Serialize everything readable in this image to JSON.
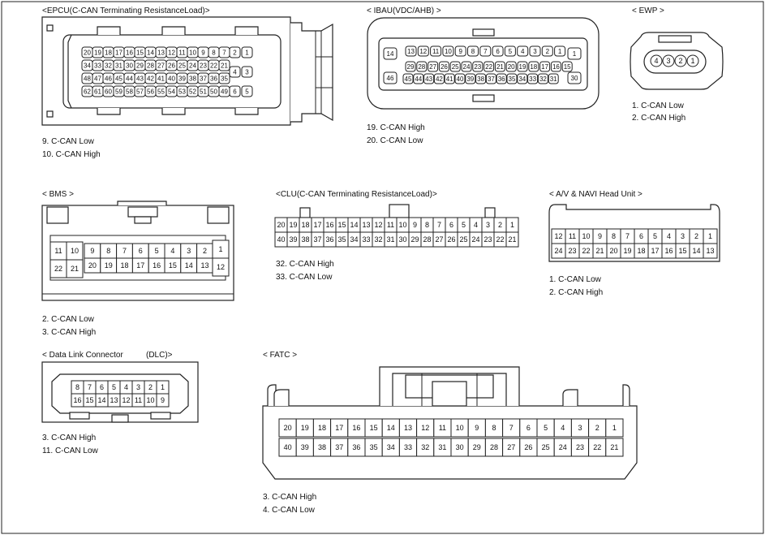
{
  "connectors": {
    "epcu": {
      "title": "<EPCU(C-CAN Terminating ResistanceLoad)>",
      "rows": [
        [
          "20",
          "19",
          "18",
          "17",
          "16",
          "15",
          "14",
          "13",
          "12",
          "11",
          "10",
          "9",
          "8",
          "7"
        ],
        [
          "34",
          "33",
          "32",
          "31",
          "30",
          "29",
          "28",
          "27",
          "26",
          "25",
          "24",
          "23",
          "22",
          "21"
        ],
        [
          "48",
          "47",
          "46",
          "45",
          "44",
          "43",
          "42",
          "41",
          "40",
          "39",
          "38",
          "37",
          "36",
          "35"
        ],
        [
          "62",
          "61",
          "60",
          "59",
          "58",
          "57",
          "56",
          "55",
          "54",
          "53",
          "52",
          "51",
          "50",
          "49"
        ]
      ],
      "side_pins": [
        "2",
        "1",
        "4",
        "3",
        "6",
        "5"
      ],
      "notes": [
        "9.  C-CAN Low",
        "10.  C-CAN High"
      ]
    },
    "ibau": {
      "title": "< IBAU(VDC/AHB)          >",
      "row1": [
        "14",
        "13",
        "12",
        "11",
        "10",
        "9",
        "8",
        "7",
        "6",
        "5",
        "4",
        "3",
        "2",
        "1"
      ],
      "row2": [
        "29",
        "28",
        "27",
        "26",
        "25",
        "24",
        "23",
        "22",
        "21",
        "20",
        "19",
        "18",
        "17",
        "16",
        "15"
      ],
      "row3": [
        "46",
        "45",
        "44",
        "43",
        "42",
        "41",
        "40",
        "39",
        "38",
        "37",
        "36",
        "35",
        "34",
        "33",
        "32",
        "31",
        "30"
      ],
      "notes": [
        "19.  C-CAN High",
        "20.  C-CAN Low"
      ]
    },
    "ewp": {
      "title": "< EWP   >",
      "pins": [
        "4",
        "3",
        "2",
        "1"
      ],
      "notes": [
        "1. C-CAN Low",
        "2.  C-CAN High"
      ]
    },
    "bms": {
      "title": "< BMS   >",
      "top": [
        "11",
        "10",
        "9",
        "8",
        "7",
        "6",
        "5",
        "4",
        "3",
        "2",
        "1"
      ],
      "bottom": [
        "22",
        "21",
        "20",
        "19",
        "18",
        "17",
        "16",
        "15",
        "14",
        "13",
        "12"
      ],
      "notes": [
        "2.  C-CAN Low",
        "3.  C-CAN High"
      ]
    },
    "clu": {
      "title": "<CLU(C-CAN Terminating ResistanceLoad)>",
      "top": [
        "20",
        "19",
        "18",
        "17",
        "16",
        "15",
        "14",
        "13",
        "12",
        "11",
        "10",
        "9",
        "8",
        "7",
        "6",
        "5",
        "4",
        "3",
        "2",
        "1"
      ],
      "bottom": [
        "40",
        "39",
        "38",
        "37",
        "36",
        "35",
        "34",
        "33",
        "32",
        "31",
        "30",
        "29",
        "28",
        "27",
        "26",
        "25",
        "24",
        "23",
        "22",
        "21"
      ],
      "notes": [
        "32.   C-CAN High",
        "33. C-CAN Low"
      ]
    },
    "av": {
      "title": "< A/V & NAVI Head Unit          >",
      "top": [
        "12",
        "11",
        "10",
        "9",
        "8",
        "7",
        "6",
        "5",
        "4",
        "3",
        "2",
        "1"
      ],
      "bottom": [
        "24",
        "23",
        "22",
        "21",
        "20",
        "19",
        "18",
        "17",
        "16",
        "15",
        "14",
        "13"
      ],
      "notes": [
        "1. C-CAN Low",
        "2.   C-CAN High"
      ]
    },
    "dlc": {
      "title_left": "< Data Link Connector",
      "title_right": "(DLC)>",
      "top": [
        "8",
        "7",
        "6",
        "5",
        "4",
        "3",
        "2",
        "1"
      ],
      "bottom": [
        "16",
        "15",
        "14",
        "13",
        "12",
        "11",
        "10",
        "9"
      ],
      "notes": [
        "3.  C-CAN High",
        "11. C-CAN Low"
      ]
    },
    "fatc": {
      "title": "< FATC    >",
      "top": [
        "20",
        "19",
        "18",
        "17",
        "16",
        "15",
        "14",
        "13",
        "12",
        "11",
        "10",
        "9",
        "8",
        "7",
        "6",
        "5",
        "4",
        "3",
        "2",
        "1"
      ],
      "bottom": [
        "40",
        "39",
        "38",
        "37",
        "36",
        "35",
        "34",
        "33",
        "32",
        "31",
        "30",
        "29",
        "28",
        "27",
        "26",
        "25",
        "24",
        "23",
        "22",
        "21"
      ],
      "notes": [
        "3.  C-CAN High",
        "4. C-CAN Low"
      ]
    }
  }
}
